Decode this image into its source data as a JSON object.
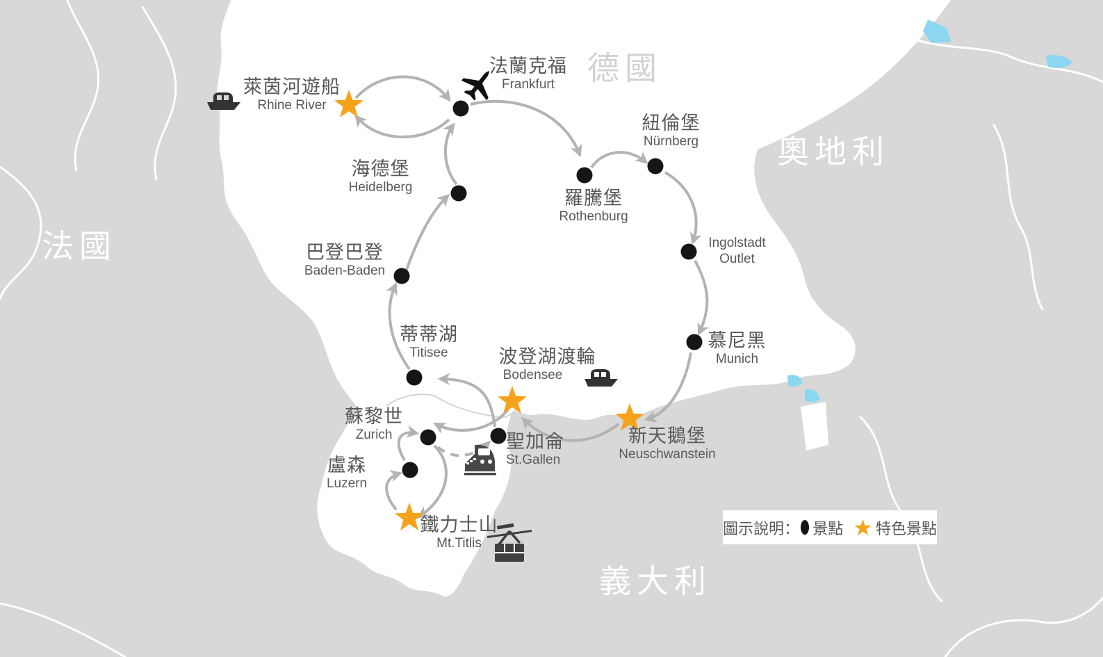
{
  "map": {
    "countries": [
      {
        "id": "germany",
        "zh": "德國"
      },
      {
        "id": "austria",
        "zh": "奧地利"
      },
      {
        "id": "france",
        "zh": "法國"
      },
      {
        "id": "italy",
        "zh": "義大利"
      }
    ],
    "locations": [
      {
        "id": "rhine-river",
        "zh": "萊茵河遊船",
        "en": "Rhine River",
        "marker": "star",
        "icon": "boat-icon"
      },
      {
        "id": "frankfurt",
        "zh": "法蘭克福",
        "en": "Frankfurt",
        "marker": "dot",
        "icon": "airplane-icon"
      },
      {
        "id": "heidelberg",
        "zh": "海德堡",
        "en": "Heidelberg",
        "marker": "dot"
      },
      {
        "id": "rothenburg",
        "zh": "羅騰堡",
        "en": "Rothenburg",
        "marker": "dot"
      },
      {
        "id": "nurnberg",
        "zh": "紐倫堡",
        "en": "Nürnberg",
        "marker": "dot"
      },
      {
        "id": "ingolstadt-outlet",
        "en_line1": "Ingolstadt",
        "en_line2": "Outlet",
        "marker": "dot"
      },
      {
        "id": "munich",
        "zh": "慕尼黑",
        "en": "Munich",
        "marker": "dot"
      },
      {
        "id": "baden-baden",
        "zh": "巴登巴登",
        "en": "Baden-Baden",
        "marker": "dot"
      },
      {
        "id": "titisee",
        "zh": "蒂蒂湖",
        "en": "Titisee",
        "marker": "dot"
      },
      {
        "id": "bodensee",
        "zh": "波登湖渡輪",
        "en": "Bodensee",
        "marker": "star",
        "icon": "boat-icon"
      },
      {
        "id": "neuschwanstein",
        "zh": "新天鵝堡",
        "en": "Neuschwanstein",
        "marker": "star"
      },
      {
        "id": "zurich",
        "zh": "蘇黎世",
        "en": "Zurich",
        "marker": "dot"
      },
      {
        "id": "st-gallen",
        "zh": "聖加侖",
        "en": "St.Gallen",
        "marker": "dot",
        "icon": "train-icon"
      },
      {
        "id": "luzern",
        "zh": "盧森",
        "en": "Luzern",
        "marker": "dot"
      },
      {
        "id": "mt-titlis",
        "zh": "鐵力士山",
        "en": "Mt.Titlis",
        "marker": "star",
        "icon": "cablecar-icon"
      }
    ],
    "legend": {
      "title": "圖示說明：",
      "dot_label": "景點",
      "star_label": "特色景點"
    },
    "colors": {
      "land_white": "#ffffff",
      "land_gray": "#d8d8d8",
      "route_gray": "#b3b3b3",
      "star_orange": "#F5A31D",
      "dot_black": "#151515",
      "label_text": "#595959",
      "country_on_white": "#d2d2d2",
      "country_on_gray": "#ffffff",
      "lake_blue": "#8BD7F2",
      "icon_dark": "#3C3C3C"
    }
  }
}
